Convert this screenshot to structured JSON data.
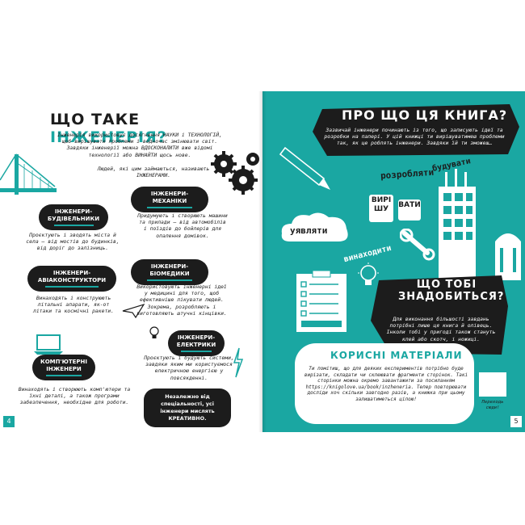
{
  "left_page": {
    "title_part1": "ЩО ТАКЕ",
    "title_part2": "ІНЖЕНЕРІЯ?",
    "intro": "Інженерія використовує досягнення НАУКИ і ТЕХНОЛОГІЙ, щоб вирішувати проблеми і водночас змінювати світ. Завдяки інженерії можна ВДОСКОНАЛИТИ вже відомі технології або ВИНАЙТИ щось нове.",
    "engineers_note": "Людей, які цим займаються, називають ІНЖЕНЕРАМИ.",
    "civil_label": "ІНЖЕНЕРИ-БУДІВЕЛЬНИКИ",
    "civil_text": "Проєктують і зводять міста й села – від мостів до будинків, від доріг до залізниць.",
    "aero_label": "ІНЖЕНЕРИ-АВІАКОНСТРУКТОРИ",
    "aero_text": "Винаходять і конструюють літальні апарати, як-от літаки та космічні ракети.",
    "computer_label": "КОМП'ЮТЕРНІ ІНЖЕНЕРИ",
    "computer_text": "Винаходять і створюють комп'ютери та їхні деталі, а також програми забезпечення, необхідне для роботи.",
    "mech_label": "ІНЖЕНЕРИ-МЕХАНІКИ",
    "mech_text": "Придумують і створюють машини та прилади – від автомобілів і поїздів до бойлерів для опалення домівок.",
    "bio_label": "ІНЖЕНЕРИ-БІОМЕДИКИ",
    "bio_text": "Використовують інженерні ідеї у медицині для того, щоб ефективніше лікувати людей. Зокрема, розробляють і виготовляють штучні кінцівки.",
    "elec_label": "ІНЖЕНЕРИ-ЕЛЕКТРИКИ",
    "elec_text": "Проєктують і будують системи, завдяки яким ми користуємося електричною енергією у повсякденні.",
    "closing": "Незалежно від спеціальності, усі інженери мислять КРЕАТИВНО.",
    "page_number": "4"
  },
  "right_page": {
    "about_title": "ПРО ЩО ЦЯ КНИГА?",
    "about_text": "Зазвичай інженери починають із того, що записують ідеї та розробки на папері. У цій книжці ти вирішуватимеш проблеми так, як це роблять інженери. Завдяки їй ти зможеш…",
    "verb_develop": "розробляти",
    "verb_build": "будувати",
    "verb_solve": "ВИРІШУ",
    "verb_calc": "ВАТИ",
    "verb_imagine": "уявляти",
    "verb_invent": "винаходити",
    "need_title": "ЩО ТОБІ ЗНАДОБИТЬСЯ?",
    "need_text": "Для виконання більшості завдань потрібні лише ця книга й олівець. Інколи тобі у пригоді також стануть клей або скотч, і ножиці.",
    "materials_title": "КОРИСНІ МАТЕРІАЛИ",
    "materials_text": "Ти помітиш, що для деяких експериментів потрібно буде вирізати, складати чи склеювати фрагменти сторінок. Такі сторінки можна окремо завантажити за посиланням https://knigolove.ua/book/inzheneria. Тепер повторювати досліди хоч скільки завгодно разів, а книжка при цьому залишатиметься цілою!",
    "turn_page": "Переходь сюди!",
    "page_number": "5"
  },
  "colors": {
    "teal": "#1aa7a2",
    "black": "#1c1c1c",
    "white": "#ffffff"
  }
}
